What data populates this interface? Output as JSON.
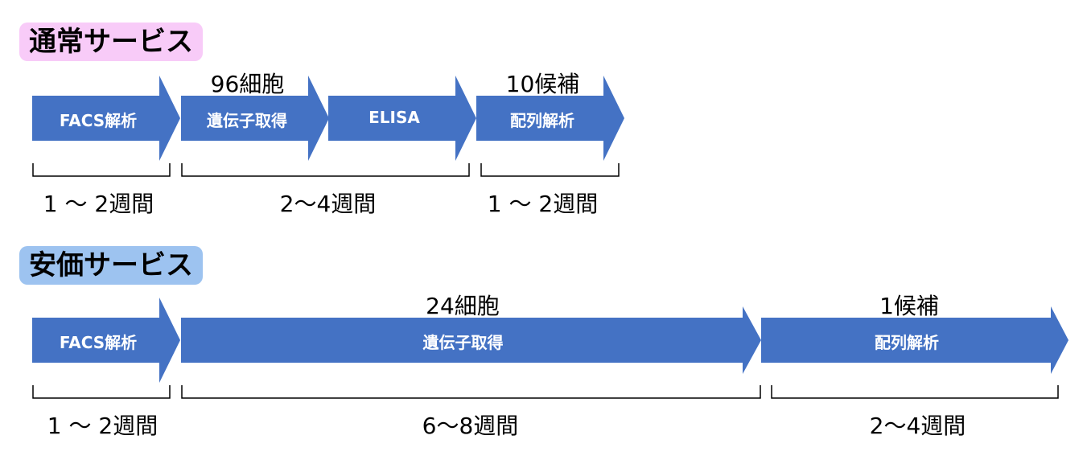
{
  "colors": {
    "arrow": "#4472C4",
    "arrow_stroke": "#2F5597",
    "normal_title_bg": "#F8CBF8",
    "cheap_title_bg": "#9DC3F0"
  },
  "normal": {
    "title": "通常サービス",
    "stages": [
      "FACS解析",
      "遺伝子取得",
      "ELISA",
      "配列解析"
    ],
    "above": [
      "96細胞",
      "10候補"
    ],
    "durations": [
      "1 〜 2週間",
      "2〜4週間",
      "1 〜 2週間"
    ]
  },
  "cheap": {
    "title": "安価サービス",
    "stages": [
      "FACS解析",
      "遺伝子取得",
      "配列解析"
    ],
    "above": [
      "24細胞",
      "1候補"
    ],
    "durations": [
      "1 〜 2週間",
      "6〜8週間",
      "2〜4週間"
    ]
  }
}
